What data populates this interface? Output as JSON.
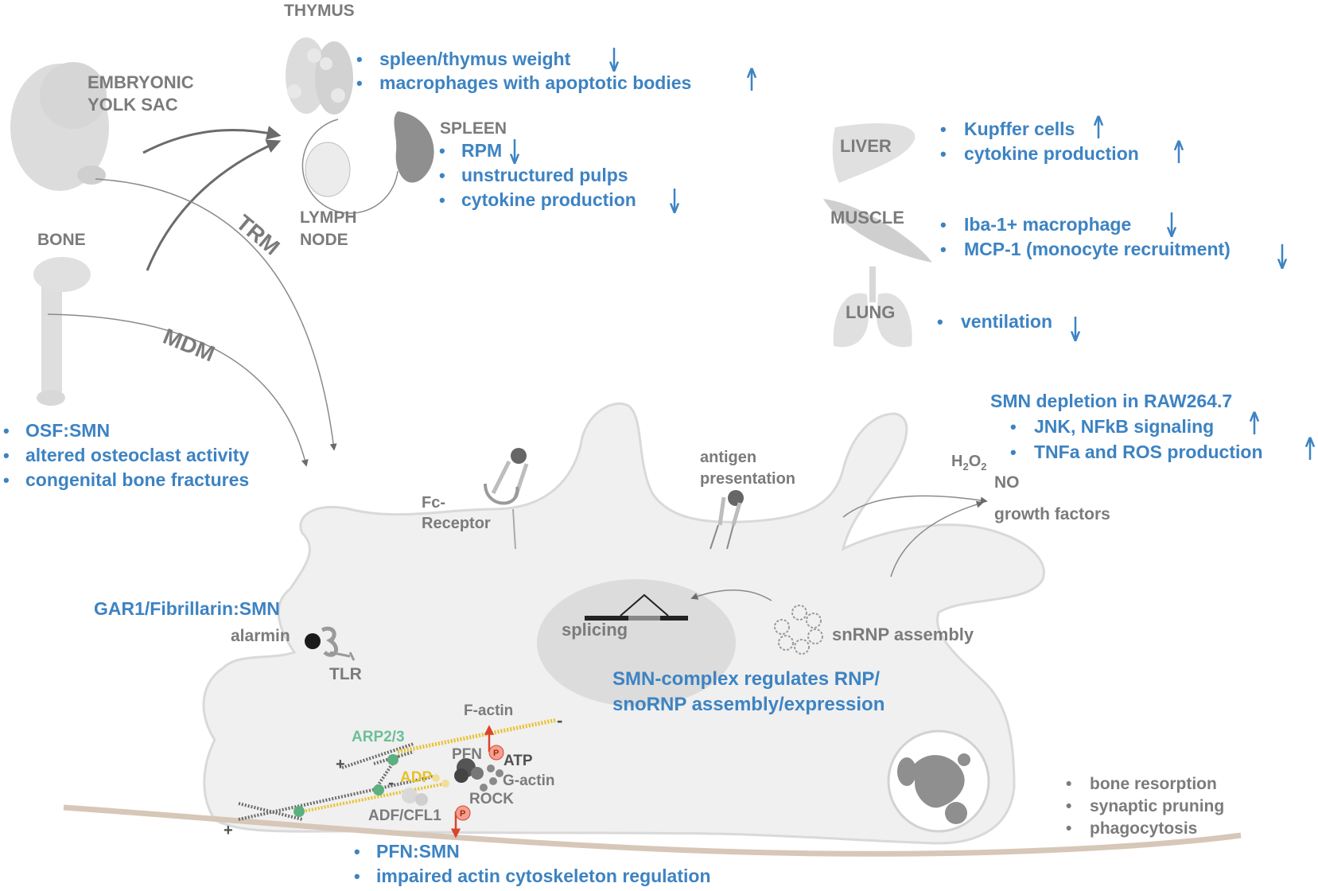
{
  "organs": {
    "thymus": "THYMUS",
    "embryonic_yolk_sac_line1": "EMBRYONIC",
    "embryonic_yolk_sac_line2": "YOLK SAC",
    "bone": "BONE",
    "spleen": "SPLEEN",
    "lymph_node_line1": "LYMPH",
    "lymph_node_line2": "NODE",
    "liver": "LIVER",
    "muscle": "MUSCLE",
    "lung": "LUNG"
  },
  "pathways": {
    "trm": "TRM",
    "mdm": "MDM"
  },
  "thymus_findings": [
    "spleen/thymus weight",
    "macrophages with apoptotic bodies"
  ],
  "spleen_findings": [
    "RPM",
    "unstructured pulps",
    "cytokine production"
  ],
  "liver_findings": [
    "Kupffer cells",
    "cytokine production"
  ],
  "muscle_findings": [
    "Iba-1+ macrophage",
    "MCP-1 (monocyte recruitment)"
  ],
  "lung_findings": [
    "ventilation"
  ],
  "bone_findings": [
    "OSF:SMN",
    "altered osteoclast activity",
    "congenital bone fractures"
  ],
  "raw": {
    "title": "SMN depletion in RAW264.7",
    "items": [
      "JNK, NFkB signaling",
      "TNFa and ROS production"
    ]
  },
  "secreted": {
    "h2o2_main": "H",
    "h2o2_sub1": "2",
    "h2o2_mid": "O",
    "h2o2_sub2": "2",
    "no": "NO",
    "growth_factors": "growth factors"
  },
  "cell": {
    "fc_receptor_line1": "Fc-",
    "fc_receptor_line2": "Receptor",
    "antigen_line1": "antigen",
    "antigen_line2": "presentation",
    "gar1": "GAR1/Fibrillarin:SMN",
    "alarmin": "alarmin",
    "tlr": "TLR",
    "splicing": "splicing",
    "snrnp": "snRNP assembly",
    "smn_complex_line1": "SMN-complex regulates RNP/",
    "smn_complex_line2": "snoRNP assembly/expression",
    "f_actin": "F-actin",
    "arp23": "ARP2/3",
    "pfn": "PFN",
    "atp": "ATP",
    "adp": "ADP",
    "g_actin": "G-actin",
    "rock": "ROCK",
    "adf_cfl1": "ADF/CFL1",
    "p": "P",
    "minus": "-",
    "plus": "+"
  },
  "functions": [
    "bone resorption",
    "synaptic pruning",
    "phagocytosis"
  ],
  "pfn_findings": [
    "PFN:SMN",
    "impaired actin cytoskeleton regulation"
  ],
  "bullet": "•",
  "colors": {
    "accent_blue": "#3d83c2",
    "label_grey": "#7b7b7b",
    "arp_green": "#6cbf95",
    "adp_yellow": "#e8c128",
    "phospho_red": "#e0533a"
  }
}
